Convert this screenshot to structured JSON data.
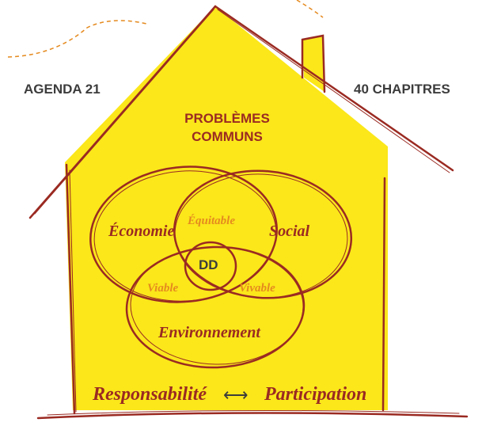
{
  "labels": {
    "agenda": "AGENDA 21",
    "chapters": "40 CHAPITRES",
    "problems": "PROBLÈMES COMMUNS",
    "economy": "Économie",
    "social": "Social",
    "environment": "Environnement",
    "equitable": "Équitable",
    "viable": "Viable",
    "vivable": "Vivable",
    "dd": "DD",
    "responsibility": "Responsabilité",
    "arrow": "⟷",
    "participation": "Participation"
  },
  "colors": {
    "house_fill": "#fbe71a",
    "outline": "#9a2a22",
    "accent_orange": "#e58a1f",
    "dark_text": "#3c3c3c"
  }
}
